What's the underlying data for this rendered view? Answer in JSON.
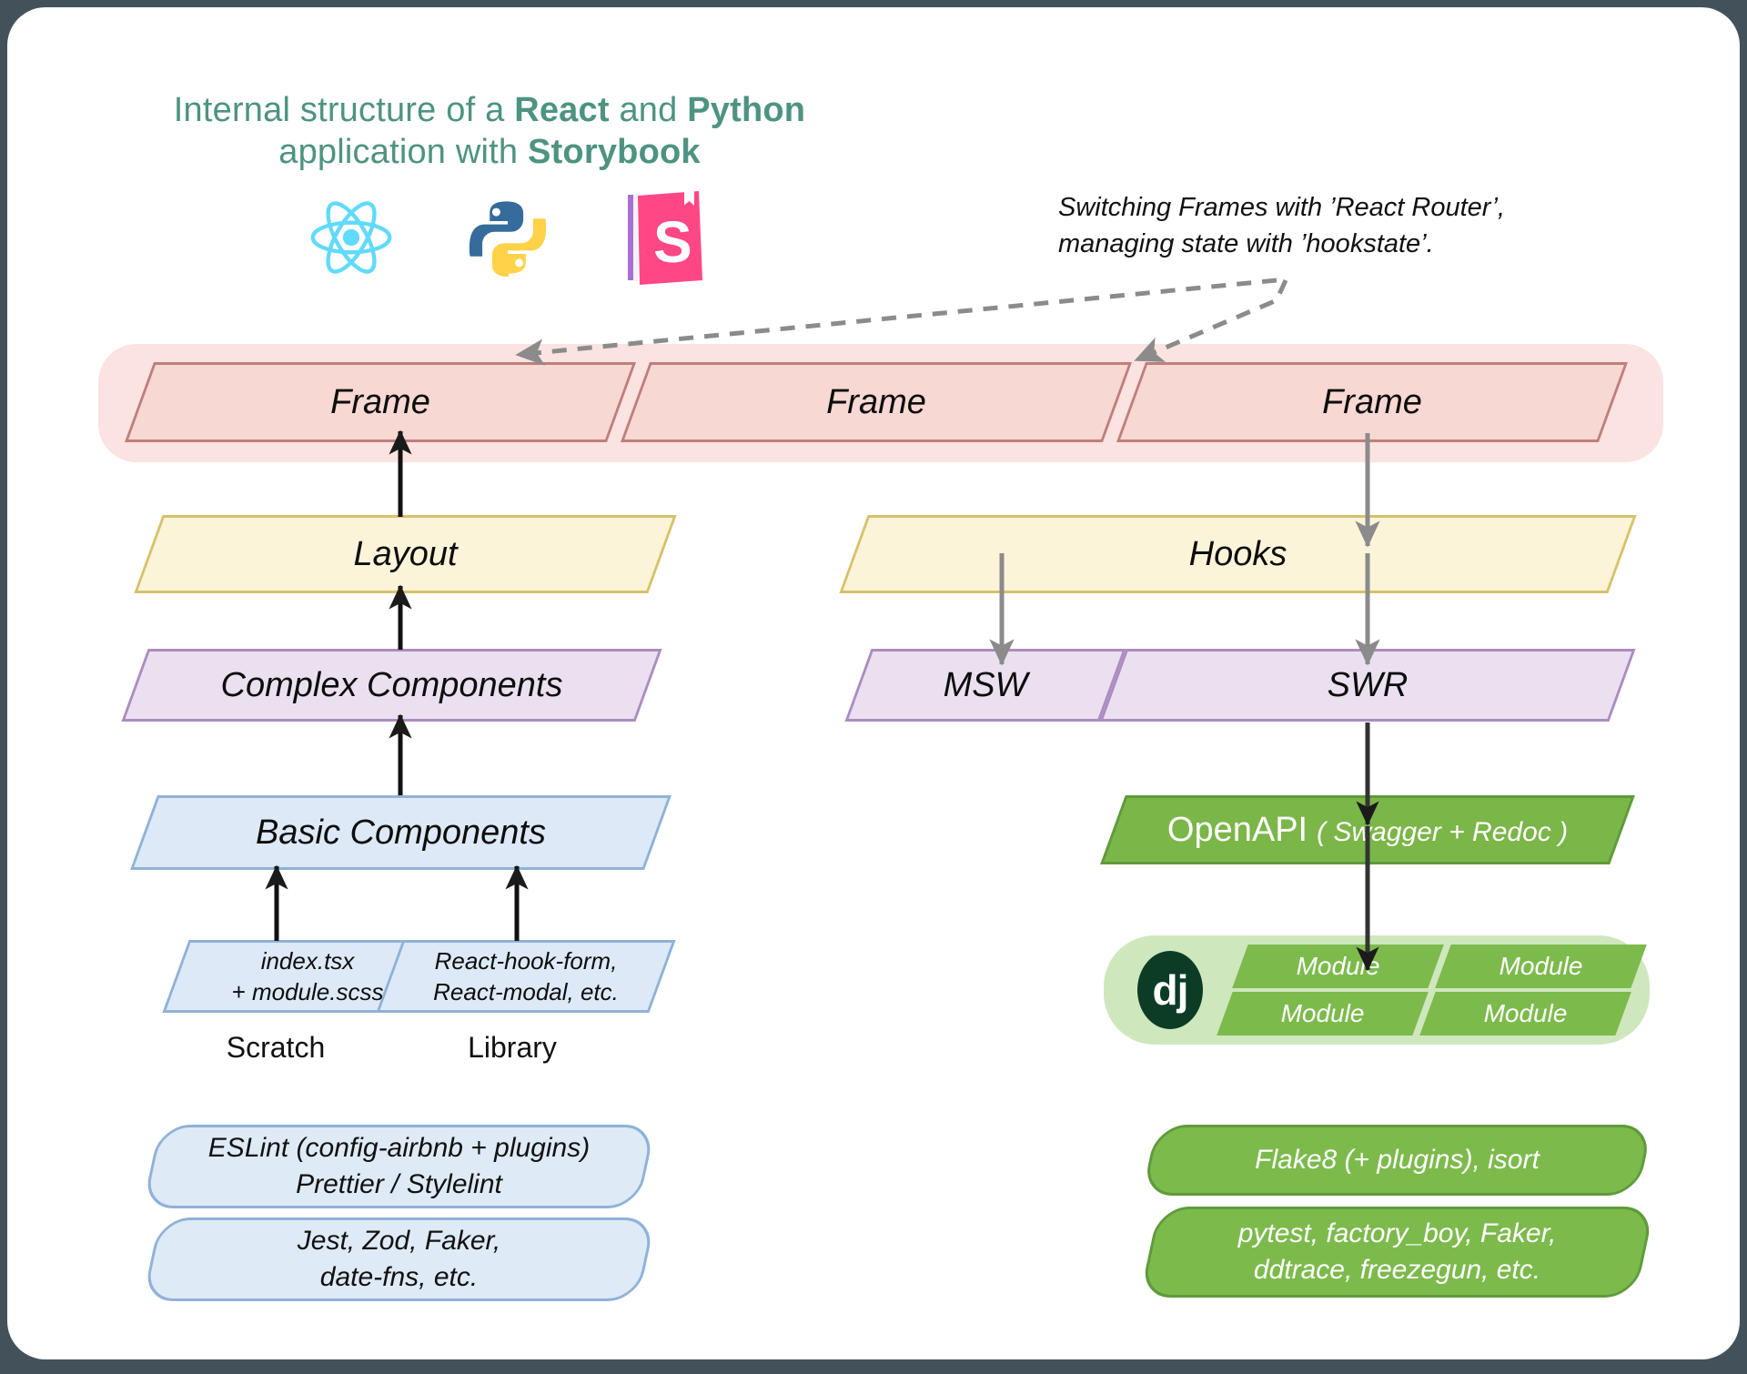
{
  "page": {
    "title_plain_1": "Internal structure of a ",
    "title_bold_1": "React",
    "title_plain_2": " and ",
    "title_bold_2": "Python",
    "title_plain_3": "application with ",
    "title_bold_3": "Storybook",
    "title_color": "#4E9382",
    "background_color": "#43525A",
    "card_color": "#FFFFFF"
  },
  "logos": [
    {
      "name": "react-logo",
      "label": "React",
      "color": "#61DAFB"
    },
    {
      "name": "python-logo",
      "label": "Python",
      "color_top": "#366C9C",
      "color_bottom": "#FFD248"
    },
    {
      "name": "storybook-logo",
      "label": "Storybook",
      "color": "#FF4785"
    }
  ],
  "annotation": {
    "line1": "Switching Frames with ’React Router’,",
    "line2": "managing state with ’hookstate’."
  },
  "frames": {
    "group_color": "#FAE3E0",
    "box_fill": "#F7D8D3",
    "box_border": "#BF7F7B",
    "items": [
      {
        "label": "Frame"
      },
      {
        "label": "Frame"
      },
      {
        "label": "Frame"
      }
    ]
  },
  "left_column": {
    "layout": {
      "label": "Layout",
      "fill": "#FBF4D9",
      "border": "#D8C16B"
    },
    "complex": {
      "label": "Complex Components",
      "fill": "#EBE0F0",
      "border": "#AC8CC0"
    },
    "basic": {
      "label": "Basic Components",
      "fill": "#DDE9F6",
      "border": "#8FB2D8"
    },
    "sources": [
      {
        "label": "index.tsx\n+ module.scss",
        "caption": "Scratch"
      },
      {
        "label": "React-hook-form,\nReact-modal, etc.",
        "caption": "Library"
      }
    ],
    "tooling": [
      {
        "label": "ESLint (config-airbnb + plugins)\nPrettier / Stylelint"
      },
      {
        "label": "Jest, Zod, Faker,\ndate-fns, etc."
      }
    ]
  },
  "right_column": {
    "hooks": {
      "label": "Hooks",
      "fill": "#FBF4D9",
      "border": "#D8C16B"
    },
    "msw": {
      "label": "MSW",
      "fill": "#EBE0F0",
      "border": "#AC8CC0"
    },
    "swr": {
      "label": "SWR",
      "fill": "#EBE0F0",
      "border": "#AC8CC0"
    },
    "openapi": {
      "title": "OpenAPI",
      "subtitle": "( Swagger + Redoc )",
      "fill": "#7BB648",
      "text_color": "#FFFFFF"
    },
    "django": {
      "mark": "dj",
      "mark_color": "#0C3C26",
      "group_color": "#CFE7BD",
      "modules": [
        {
          "label": "Module"
        },
        {
          "label": "Module"
        },
        {
          "label": "Module"
        },
        {
          "label": "Module"
        }
      ]
    },
    "tooling": [
      {
        "label": "Flake8 (+ plugins), isort"
      },
      {
        "label": "pytest, factory_boy, Faker,\nddtrace, freezegun, etc."
      }
    ]
  }
}
